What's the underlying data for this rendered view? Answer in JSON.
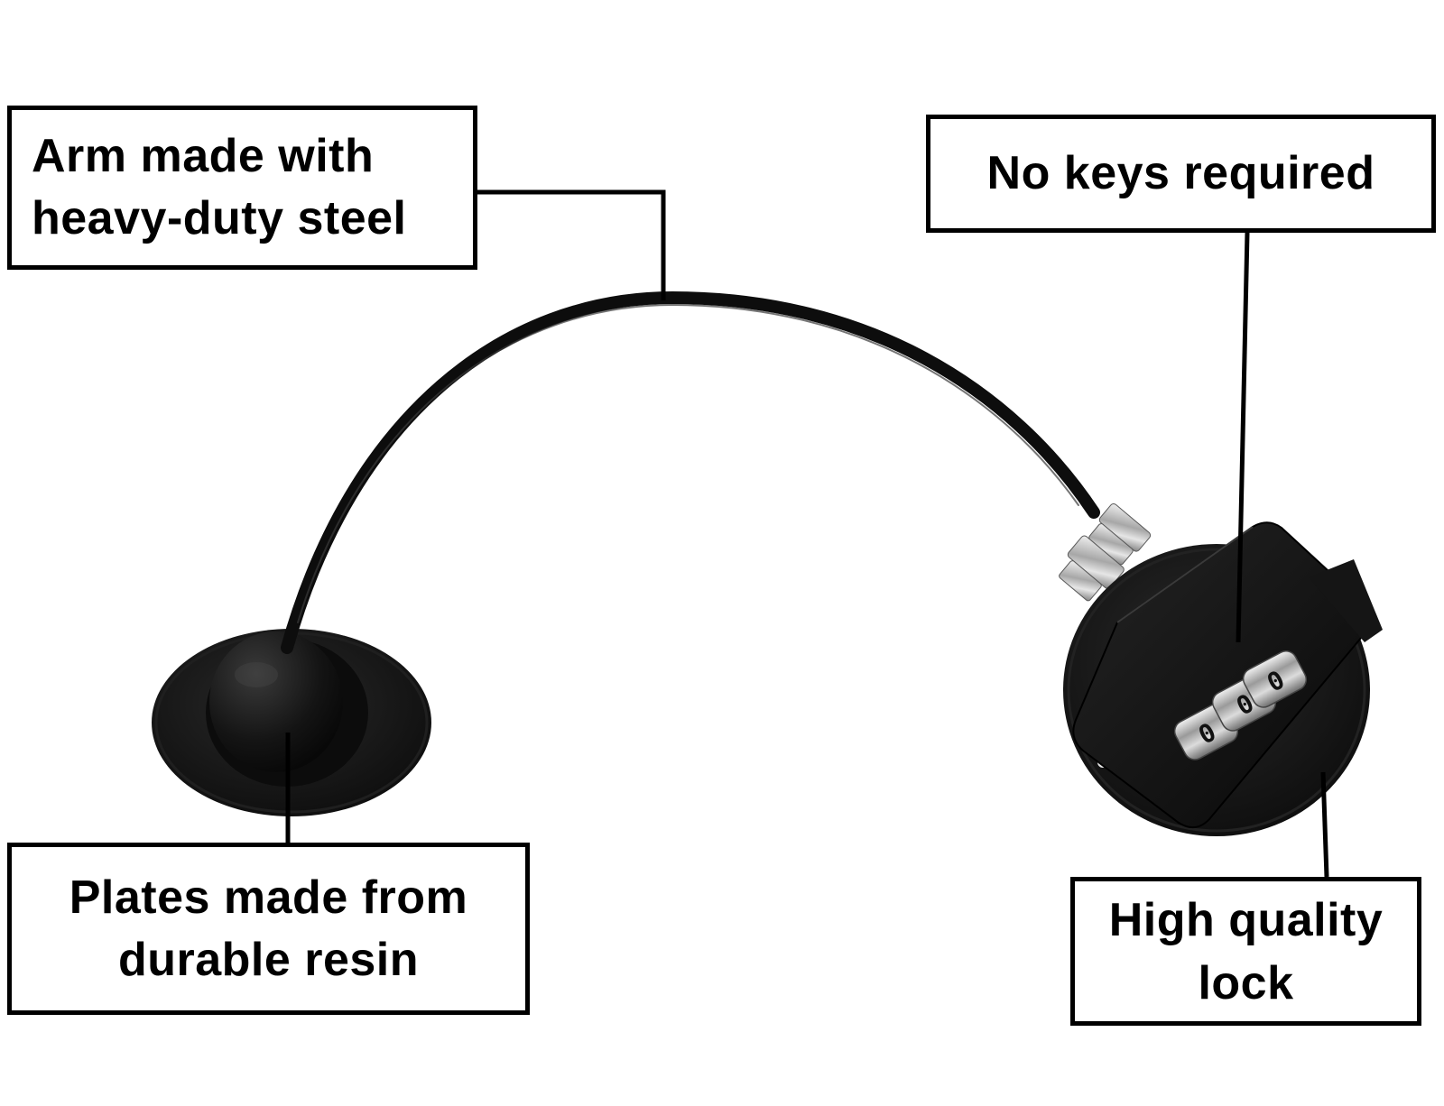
{
  "callouts": {
    "arm": {
      "line1": "Arm made with",
      "line2": "heavy-duty steel"
    },
    "keys": {
      "line1": "No keys required"
    },
    "plates": {
      "line1": "Plates made from",
      "line2": "durable resin"
    },
    "lock": {
      "line1": "High quality",
      "line2": "lock"
    }
  },
  "colors": {
    "background": "#ffffff",
    "outline": "#000000",
    "product": "#121212",
    "chrome": "#c9c9c9"
  },
  "product_lettering": {
    "dial_digits": [
      "0",
      "0",
      "0"
    ]
  }
}
